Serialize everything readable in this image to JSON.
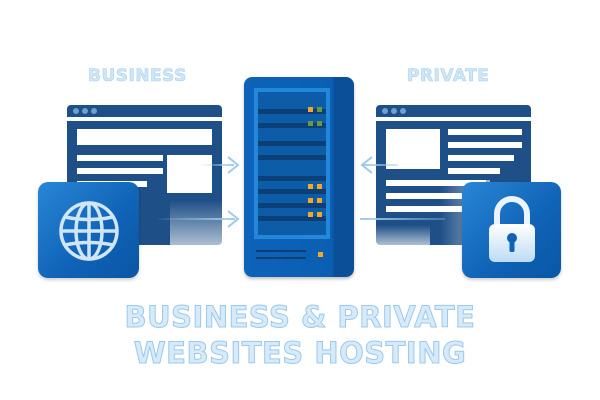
{
  "labels": {
    "left": "BUSINESS",
    "right": "PRIVATE"
  },
  "title": {
    "line1": "BUSINESS & PRIVATE",
    "line2": "WEBSITES HOSTING"
  },
  "icons": {
    "left_tile": "globe-icon",
    "right_tile": "padlock-icon",
    "center": "server-rack-icon"
  },
  "colors": {
    "dark_blue": "#1e4f86",
    "tile_blue": "#0f62b5",
    "server_blue": "#0b5fb3",
    "label_blue": "#cfe6f7",
    "led_orange": "#f5a623",
    "led_green": "#6a9a3a"
  }
}
